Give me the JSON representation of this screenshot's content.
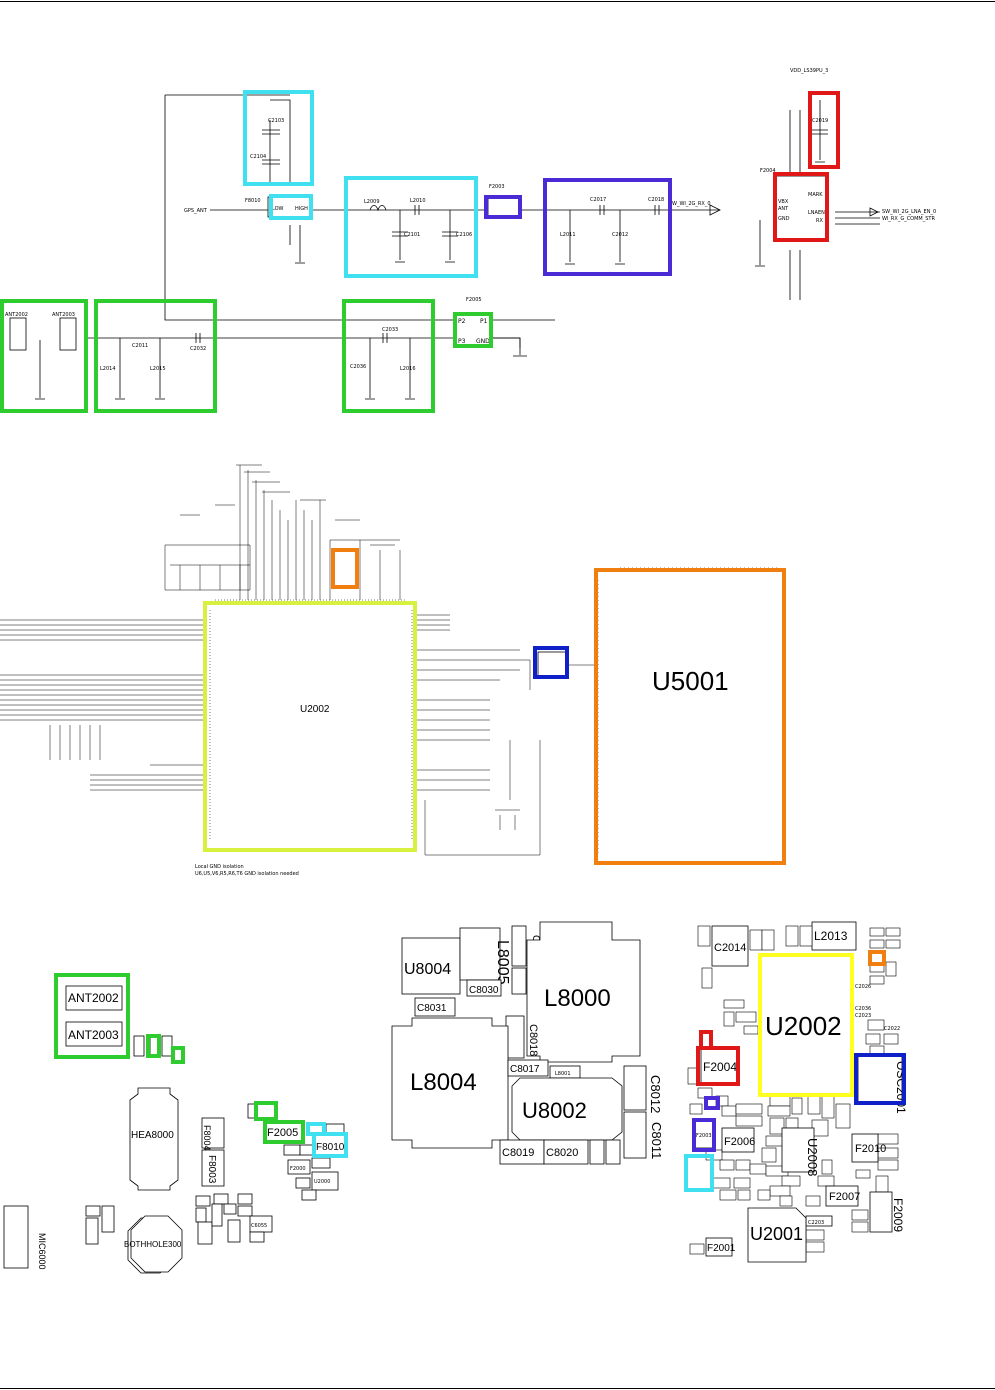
{
  "colors": {
    "green": "#2ecc2e",
    "cyan": "#3fe0f0",
    "red": "#e01818",
    "violet": "#4a2bd6",
    "blue": "#1020c8",
    "orange": "#f07f10",
    "yellow_green": "#d8f040",
    "yellow": "#ffff20"
  },
  "rf": {
    "c2103": "C2103",
    "c2104": "C2104",
    "f8010": "F8010",
    "low": "LOW",
    "high": "HIGH",
    "gps_ant": "GPS_ANT",
    "l2009": "L2009",
    "l2010": "L2010",
    "c2101": "C2101",
    "c2106": "C2106",
    "f2003": "F2003",
    "c2017": "C2017",
    "c2018": "C2018",
    "l2011": "L2011",
    "c2012": "C2012",
    "net_rx": "W_WI_2G_RX_0",
    "f2004": "F2004",
    "vdd": "VDD_LS39PU_3",
    "c2019": "C2019",
    "vbx": "VBX",
    "ant": "ANT",
    "gnd": "GND",
    "mark": "MARK",
    "lnaen": "LNAEN",
    "rx": "RX",
    "net_right1": "SW_WI_2G_LNA_EN_0",
    "net_right2": "WI_RX_G_COMM_STR",
    "ant2002": "ANT2002",
    "ant2003": "ANT2003",
    "c2011": "C2011",
    "c2032": "C2032",
    "l2014": "L2014",
    "l2015": "L2015",
    "c2033": "C2033",
    "c2036": "C2036",
    "l2016": "L2016",
    "f2005": "F2005",
    "p1": "P1",
    "p2": "P2",
    "p3": "P3",
    "gnd2": "GND"
  },
  "mid": {
    "u2002": "U2002",
    "u5001": "U5001",
    "note1": "Local GND isolation",
    "note2": "U6,U5,V6,R5,R6,T6 GND isolation needed"
  },
  "layout_labels": {
    "ant2002": "ANT2002",
    "ant2003": "ANT2003",
    "hea8000": "HEA8000",
    "f8004": "F8004",
    "f8003": "F8003",
    "f2005": "F2005",
    "f8010": "F8010",
    "f2000": "F2000",
    "u2000": "U2000",
    "bothhole": "BOTHHOLE300",
    "mic6000": "MIC6000",
    "c6055": "C6055",
    "u8004": "U8004",
    "l8005": "L8005",
    "c8014": "C8014",
    "c8030": "C8030",
    "c8031": "C8031",
    "l8000": "L8000",
    "c8018": "C8018",
    "l8004": "L8004",
    "c8017": "C8017",
    "l8001": "L8001",
    "u8002": "U8002",
    "c8012": "C8012",
    "c8011": "C8011",
    "c8019": "C8019",
    "c8020": "C8020",
    "c2014": "C2014",
    "l2013": "L2013",
    "u2002": "U2002",
    "f2004": "F2004",
    "osc2001": "OSC2001",
    "f2003": "F2003",
    "f2006": "F2006",
    "u2008": "U2008",
    "f2010": "F2010",
    "f2007": "F2007",
    "f2009": "F2009",
    "u2001": "U2001",
    "f2001": "F2001",
    "c2203": "C2203",
    "c2036": "C2036",
    "c2023": "C2023",
    "c2026": "C2026",
    "c2022": "C2022"
  }
}
